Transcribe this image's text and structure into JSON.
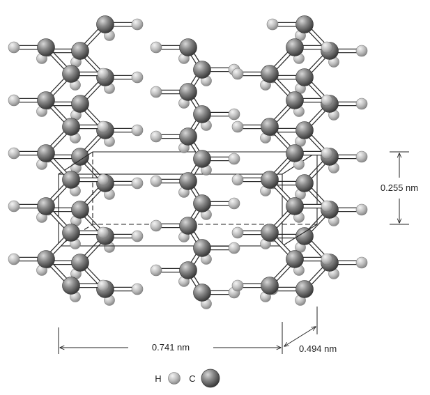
{
  "figure": {
    "dimensions": {
      "c_axis": "0.255 nm",
      "a_axis": "0.741 nm",
      "b_axis": "0.494 nm"
    },
    "legend": {
      "hydrogen": "H",
      "carbon": "C"
    },
    "colors": {
      "carbon": "#6e6e6e",
      "hydrogen": "#bdbdbd",
      "bond": "#333333",
      "cell": "#222222"
    }
  }
}
